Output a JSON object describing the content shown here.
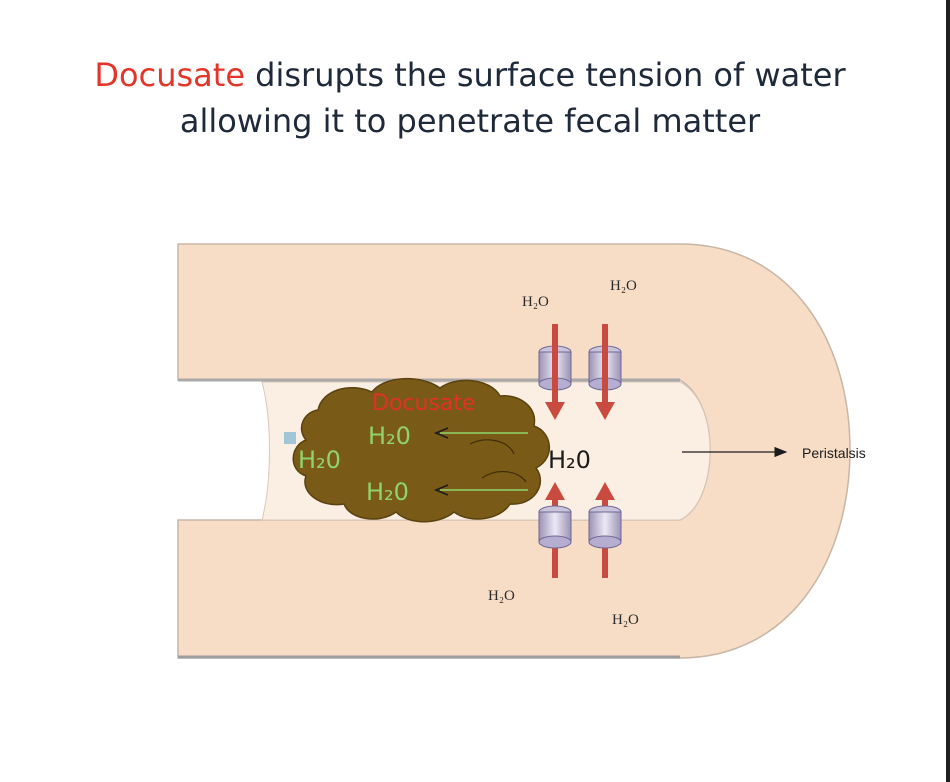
{
  "title": {
    "highlight": "Docusate",
    "line1_rest": " disrupts the surface tension of water",
    "line2": "allowing it to penetrate fecal matter"
  },
  "diagram": {
    "h2o_top_left": "H₂O",
    "h2o_top_right": "H₂O",
    "h2o_bottom_left": "H₂O",
    "h2o_bottom_right": "H₂O",
    "h2o_lumen": "H₂0",
    "docusate_label": "Docusate",
    "feces_h2o_top": "H₂0",
    "feces_h2o_bottom": "H₂0",
    "feces_h2o_left": "H₂0",
    "peristalsis_label": "Peristalsis",
    "colors": {
      "wall": "#f7dcc6",
      "lumen": "#fbeee2",
      "feces": "#7a5a17",
      "arrow_red": "#c94a3e",
      "green_text": "#8fd46a",
      "title_red": "#e2362b",
      "title_dark": "#1e2a3a"
    }
  }
}
